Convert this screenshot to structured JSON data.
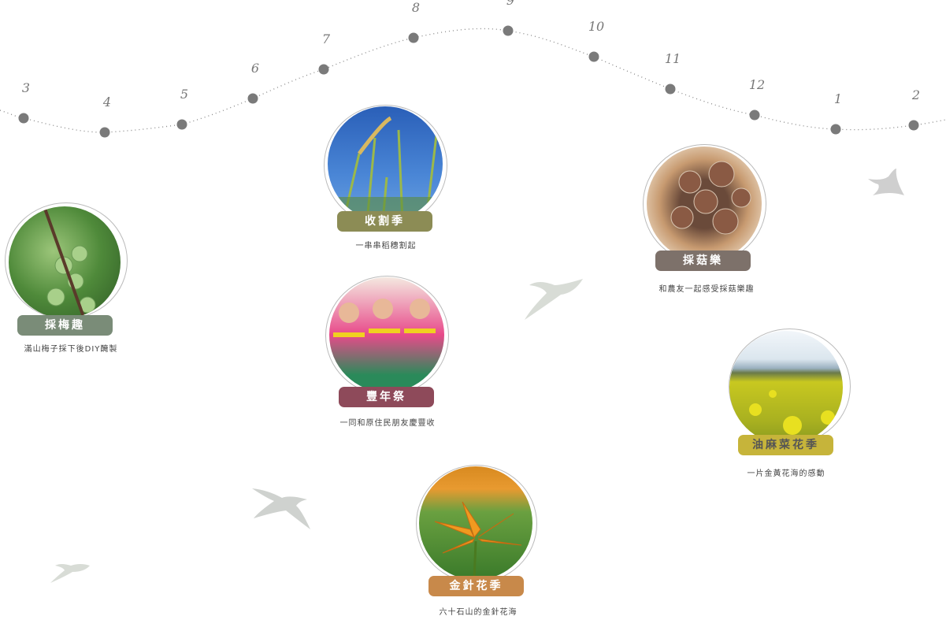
{
  "timeline": {
    "months": [
      "3",
      "4",
      "5",
      "6",
      "7",
      "8",
      "9",
      "10",
      "11",
      "12",
      "1",
      "2"
    ],
    "dot_color": "#7a7a7a"
  },
  "activities": [
    {
      "id": "plum",
      "title": "採梅趣",
      "desc": "滿山梅子採下後DIY醃製",
      "color": "#7a8c78"
    },
    {
      "id": "harvest",
      "title": "收割季",
      "desc": "一串串稻穗割起",
      "color": "#8c8c55"
    },
    {
      "id": "mushroom",
      "title": "採菇樂",
      "desc": "和農友一起感受採菇樂趣",
      "color": "#7d716a"
    },
    {
      "id": "festival",
      "title": "豐年祭",
      "desc": "一同和原住民朋友慶豐收",
      "color": "#8e4a5a"
    },
    {
      "id": "rapeseed",
      "title": "油麻菜花季",
      "desc": "一片金黃花海的感動",
      "color": "#c6b43a"
    },
    {
      "id": "daylily",
      "title": "金針花季",
      "desc": "六十石山的金針花海",
      "color": "#c8894a"
    }
  ]
}
